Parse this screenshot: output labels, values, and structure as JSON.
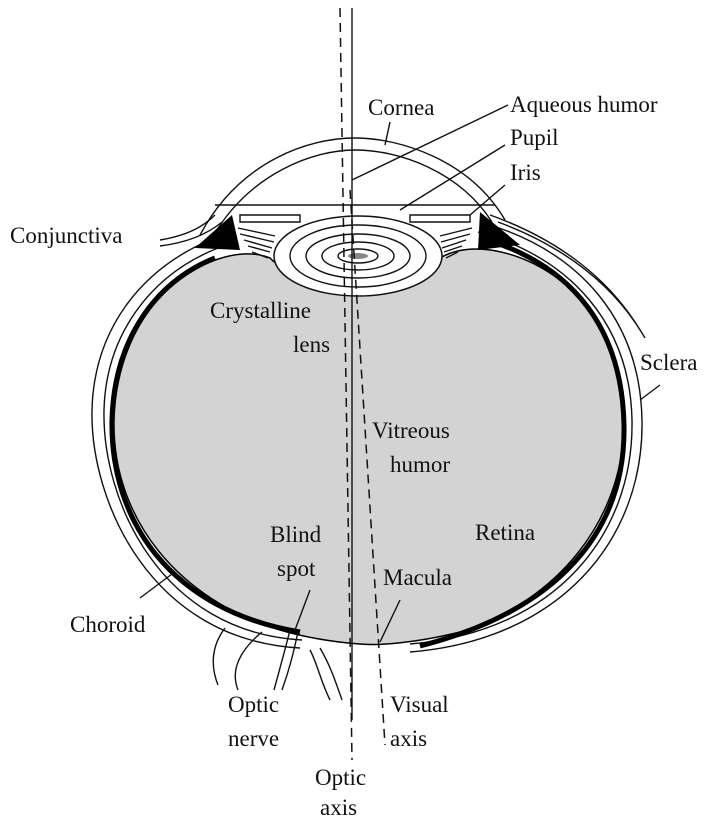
{
  "diagram": {
    "labels": {
      "cornea": "Cornea",
      "aqueous_humor": "Aqueous humor",
      "pupil": "Pupil",
      "iris": "Iris",
      "conjunctiva": "Conjunctiva",
      "crystalline_lens": [
        "Crystalline",
        "lens"
      ],
      "sclera": "Sclera",
      "vitreous_humor": [
        "Vitreous",
        "humor"
      ],
      "retina": "Retina",
      "blind_spot": [
        "Blind",
        "spot"
      ],
      "macula": "Macula",
      "choroid": "Choroid",
      "optic_nerve": [
        "Optic",
        "nerve"
      ],
      "visual_axis": [
        "Visual",
        "axis"
      ],
      "optic_axis": [
        "Optic",
        "axis"
      ]
    },
    "colors": {
      "vitreous_fill": "#d3d3d3",
      "line": "#111111",
      "background": "#ffffff"
    }
  }
}
